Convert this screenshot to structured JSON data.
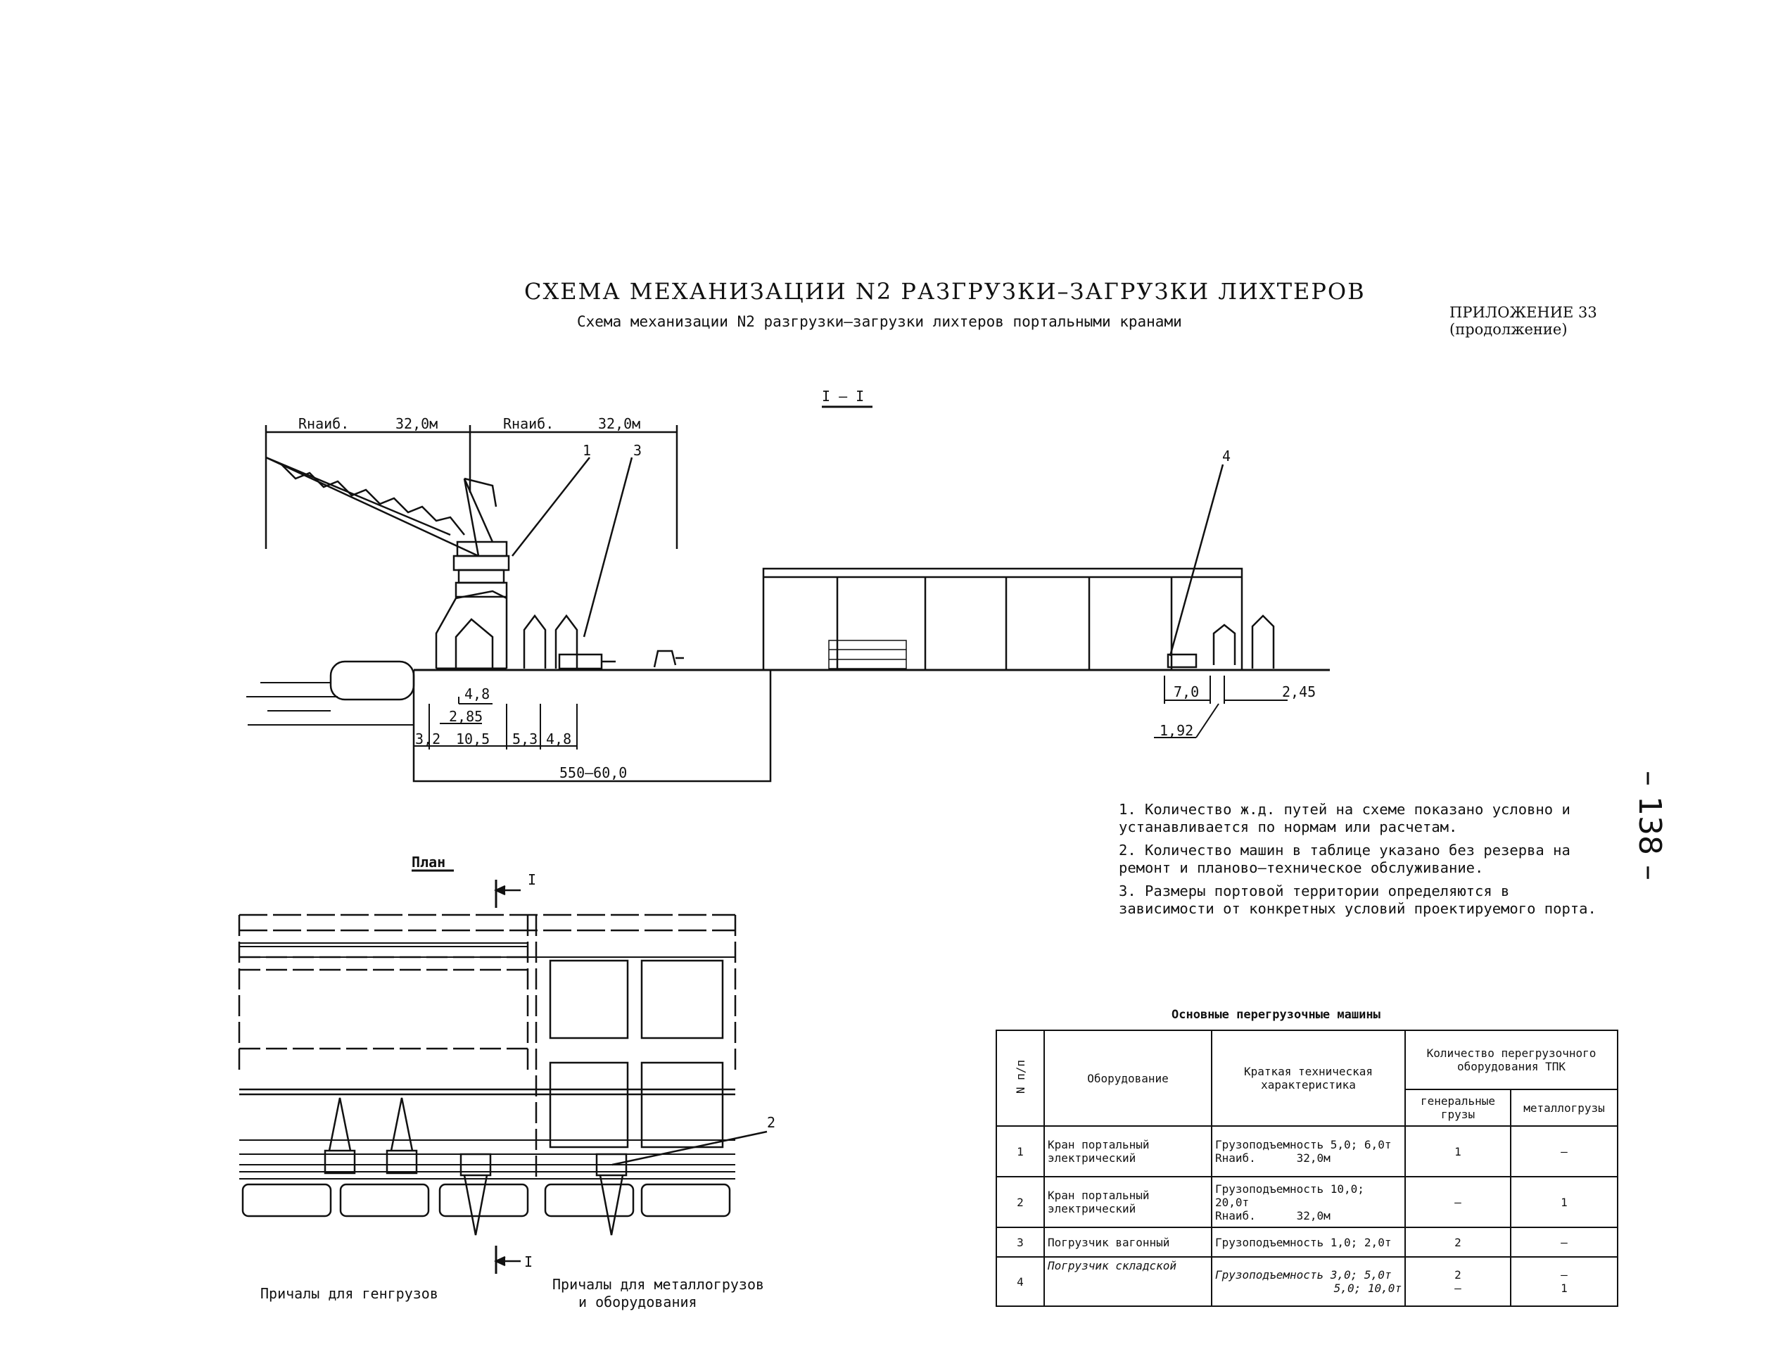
{
  "header": {
    "title": "СХЕМА МЕХАНИЗАЦИИ N2 РАЗГРУЗКИ–ЗАГРУЗКИ ЛИХТЕРОВ",
    "subtitle": "Схема механизации N2 разгрузки–загрузки лихтеров портальными кранами",
    "appendix_line1": "ПРИЛОЖЕНИЕ 33",
    "appendix_line2": "(продолжение)",
    "page_number": "– 138 –"
  },
  "section": {
    "title": "I – I",
    "reach_label_1": "Rнаиб.",
    "reach_value_1": "32,0м",
    "reach_label_2": "Rнаиб.",
    "reach_value_2": "32,0м",
    "callouts": [
      "1",
      "3",
      "4"
    ],
    "dims": {
      "d48a": "4,8",
      "d285": "2,85",
      "d32": "3,2",
      "d105": "10,5",
      "d53": "5,3",
      "d48b": "4,8",
      "d55": "550–60,0",
      "d70": "7,0",
      "d245": "2,45",
      "d192": "1,92"
    }
  },
  "plan": {
    "title": "План",
    "cut_mark_top": "I",
    "cut_mark_bottom": "I",
    "callout": "2",
    "caption_left": "Причалы для генгрузов",
    "caption_right_1": "Причалы для металлогрузов",
    "caption_right_2": "и оборудования"
  },
  "notes": [
    "1. Количество ж.д. путей на схеме показано условно и устанавливается по нормам или расчетам.",
    "2. Количество машин в таблице указано без резерва на ремонт и планово–техническое обслуживание.",
    "3. Размеры портовой территории определяются в зависимости от конкретных условий проектируемого порта."
  ],
  "table": {
    "caption": "Основные перегрузочные машины",
    "headers": {
      "num": "N п/п",
      "equipment": "Оборудование",
      "spec": "Краткая техническая характеристика",
      "qty": "Количество перегрузочного оборудования ТПК",
      "qty_general": "генеральные грузы",
      "qty_metal": "металлогрузы"
    },
    "rows": [
      {
        "num": "1",
        "equipment": "Кран портальный электрический",
        "spec1": "Грузоподъемность 5,0; 6,0т",
        "spec2": "Rнаиб.      32,0м",
        "general": "1",
        "metal": "–"
      },
      {
        "num": "2",
        "equipment": "Кран портальный электрический",
        "spec1": "Грузоподъемность 10,0; 20,0т",
        "spec2": "Rнаиб.      32,0м",
        "general": "–",
        "metal": "1"
      },
      {
        "num": "3",
        "equipment": "Погрузчик вагонный",
        "spec1": "Грузоподъемность 1,0; 2,0т",
        "spec2": "",
        "general": "2",
        "metal": "–"
      },
      {
        "num": "4",
        "equipment": "Погрузчик складской",
        "spec1": "Грузоподъемность 3,0; 5,0т",
        "spec2": "5,0; 10,0т",
        "general": "2",
        "metal": "–",
        "general2": "–",
        "metal2": "1"
      }
    ]
  }
}
